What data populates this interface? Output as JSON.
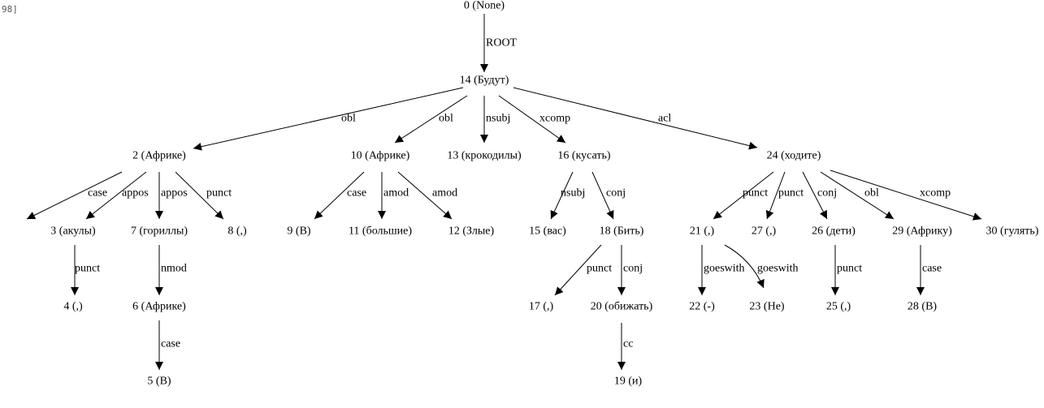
{
  "cell": {
    "prompt_fragment": "98]"
  },
  "tree": {
    "nodes": [
      {
        "id": "0",
        "label": "0 (None)"
      },
      {
        "id": "14",
        "label": "14 (Будут)"
      },
      {
        "id": "2",
        "label": "2 (Африке)"
      },
      {
        "id": "10",
        "label": "10 (Африке)"
      },
      {
        "id": "13",
        "label": "13 (крокодилы)"
      },
      {
        "id": "16",
        "label": "16 (кусать)"
      },
      {
        "id": "24",
        "label": "24 (ходите)"
      },
      {
        "id": "3",
        "label": "3 (акулы)"
      },
      {
        "id": "7",
        "label": "7 (гориллы)"
      },
      {
        "id": "8",
        "label": "8 (,)"
      },
      {
        "id": "9",
        "label": "9 (В)"
      },
      {
        "id": "11",
        "label": "11 (большие)"
      },
      {
        "id": "12",
        "label": "12 (Злые)"
      },
      {
        "id": "15",
        "label": "15 (вас)"
      },
      {
        "id": "18",
        "label": "18 (Бить)"
      },
      {
        "id": "21",
        "label": "21 (,)"
      },
      {
        "id": "27",
        "label": "27 (,)"
      },
      {
        "id": "26",
        "label": "26 (дети)"
      },
      {
        "id": "29",
        "label": "29 (Африку)"
      },
      {
        "id": "30",
        "label": "30 (гулять)"
      },
      {
        "id": "4",
        "label": "4 (,)"
      },
      {
        "id": "6",
        "label": "6 (Африке)"
      },
      {
        "id": "17",
        "label": "17 (,)"
      },
      {
        "id": "20",
        "label": "20 (обижать)"
      },
      {
        "id": "22",
        "label": "22 (-)"
      },
      {
        "id": "23",
        "label": "23 (Не)"
      },
      {
        "id": "25",
        "label": "25 (,)"
      },
      {
        "id": "28",
        "label": "28 (В)"
      },
      {
        "id": "5",
        "label": "5 (В)"
      },
      {
        "id": "19",
        "label": "19 (и)"
      }
    ],
    "edges": [
      {
        "from": "0",
        "to": "14",
        "label": "ROOT"
      },
      {
        "from": "14",
        "to": "2",
        "label": "obl"
      },
      {
        "from": "14",
        "to": "10",
        "label": "obl"
      },
      {
        "from": "14",
        "to": "13",
        "label": "nsubj"
      },
      {
        "from": "14",
        "to": "16",
        "label": "xcomp"
      },
      {
        "from": "14",
        "to": "24",
        "label": "acl"
      },
      {
        "from": "2",
        "to": "3",
        "label": "case"
      },
      {
        "from": "2",
        "to": "7",
        "label": "appos"
      },
      {
        "from": "2",
        "to": "7",
        "label": "appos"
      },
      {
        "from": "2",
        "to": "8",
        "label": "punct"
      },
      {
        "from": "10",
        "to": "9",
        "label": "case"
      },
      {
        "from": "10",
        "to": "11",
        "label": "amod"
      },
      {
        "from": "10",
        "to": "12",
        "label": "amod"
      },
      {
        "from": "16",
        "to": "15",
        "label": "nsubj"
      },
      {
        "from": "16",
        "to": "18",
        "label": "conj"
      },
      {
        "from": "24",
        "to": "21",
        "label": "punct"
      },
      {
        "from": "24",
        "to": "27",
        "label": "punct"
      },
      {
        "from": "24",
        "to": "26",
        "label": "conj"
      },
      {
        "from": "24",
        "to": "29",
        "label": "obl"
      },
      {
        "from": "24",
        "to": "30",
        "label": "xcomp"
      },
      {
        "from": "3",
        "to": "4",
        "label": "punct"
      },
      {
        "from": "7",
        "to": "6",
        "label": "nmod"
      },
      {
        "from": "6",
        "to": "5",
        "label": "case"
      },
      {
        "from": "18",
        "to": "17",
        "label": "punct"
      },
      {
        "from": "18",
        "to": "20",
        "label": "conj"
      },
      {
        "from": "20",
        "to": "19",
        "label": "cc"
      },
      {
        "from": "21",
        "to": "22",
        "label": "goeswith"
      },
      {
        "from": "21",
        "to": "23",
        "label": "goeswith"
      },
      {
        "from": "26",
        "to": "25",
        "label": "punct"
      },
      {
        "from": "29",
        "to": "28",
        "label": "case"
      }
    ]
  }
}
